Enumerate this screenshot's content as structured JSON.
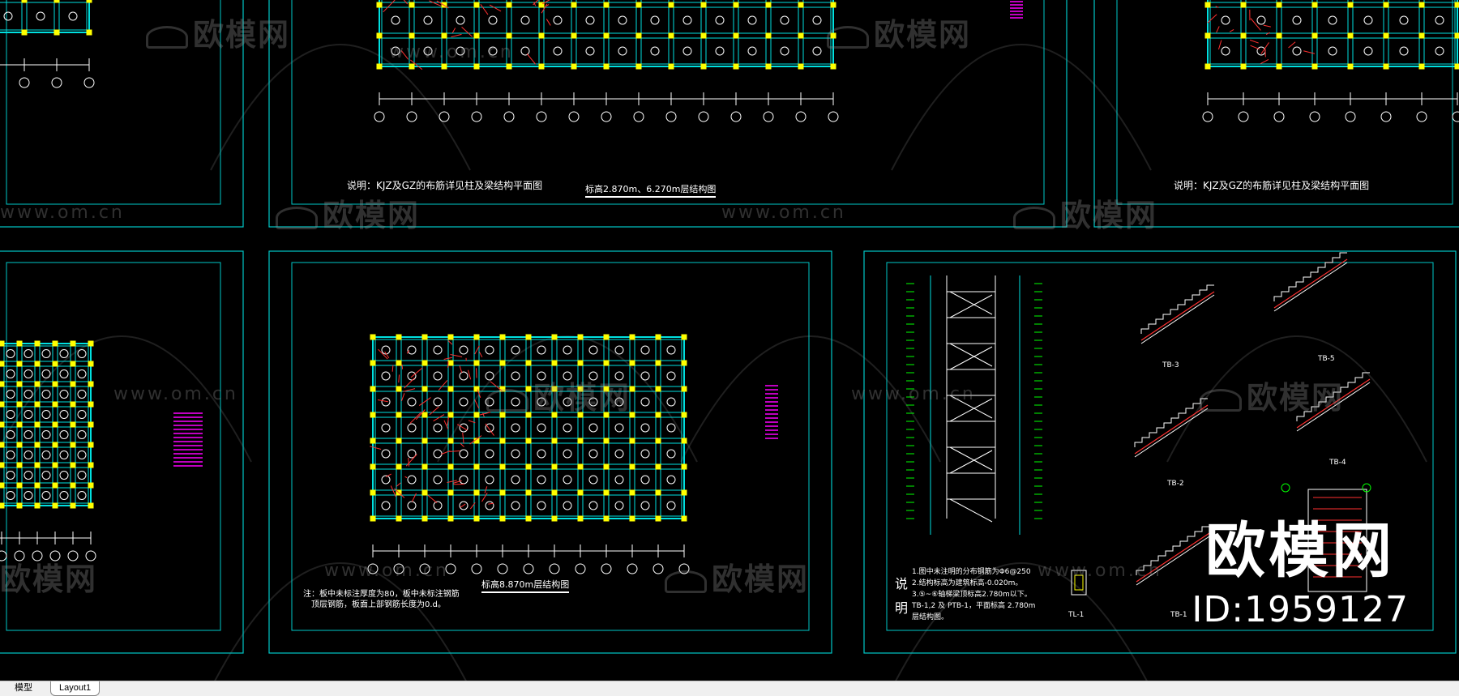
{
  "watermark": {
    "cn": "欧模网",
    "url": "www.om.cn"
  },
  "brand": {
    "logo_text": "欧模网",
    "id_text": "ID:1959127"
  },
  "sheets": {
    "top_middle": {
      "note": "说明：KJZ及GZ的布筋详见柱及梁结构平面图",
      "title": "标高2.870m、6.270m层结构图"
    },
    "top_right": {
      "note": "说明：KJZ及GZ的布筋详见柱及梁结构平面图"
    },
    "bottom_middle": {
      "note_line1": "注：板中未标注厚度为80，板中未标注钢筋",
      "note_line2": "顶层钢筋，板面上部钢筋长度为0.d。",
      "title": "标高8.870m层结构图"
    },
    "bottom_right": {
      "note_heading": "说明",
      "notes": [
        "1.图中未注明的分布钢筋为Φ6@250",
        "2.结构标高为建筑标高-0.020m。",
        "3.⑤~⑥轴梯梁顶标高2.780m以下。",
        "TB-1,2  及 PTB-1，平面标高  2.780m",
        "层结构图。"
      ],
      "labels": {
        "tb1": "TB-1",
        "tb2": "TB-2",
        "tb3": "TB-3",
        "tb4": "TB-4",
        "tb5": "TB-5",
        "tl1": "TL-1"
      }
    }
  },
  "tabs": [
    {
      "label": "模型"
    },
    {
      "label": "Layout1"
    }
  ],
  "colors": {
    "frame": "#00c8c8",
    "beam": "#00e0e0",
    "column": "#ffff00",
    "rebar": "#ff3030",
    "text_magenta": "#ff00ff",
    "text_green": "#00ff00"
  }
}
